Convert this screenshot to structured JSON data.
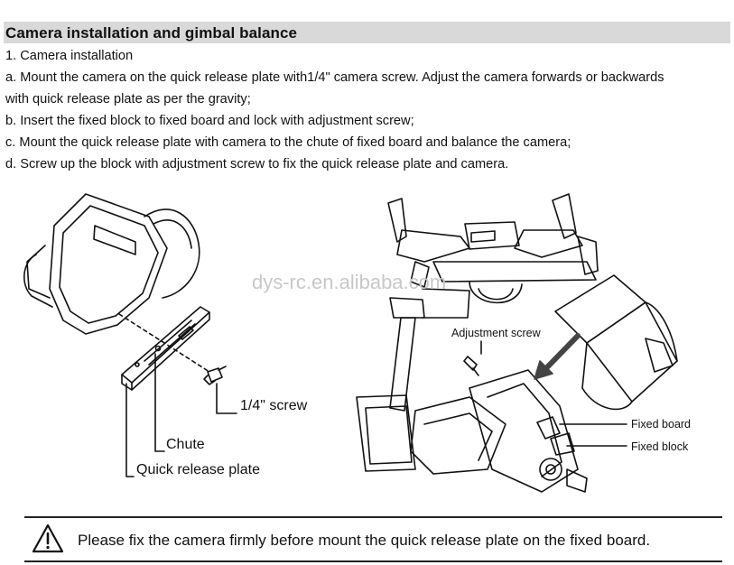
{
  "section": {
    "title": "Camera installation and gimbal balance"
  },
  "steps": {
    "heading": "1. Camera installation",
    "a_line1": "a. Mount the camera on the quick release plate with1/4\" camera screw. Adjust the camera forwards or backwards",
    "a_line2": "with quick release plate as per the gravity;",
    "b": "b. Insert the fixed block to fixed board and lock with adjustment screw;",
    "c": "c. Mount the quick release plate with camera to the chute of fixed board and balance the camera;",
    "d": "d. Screw up the block with adjustment screw to fix the quick release plate and camera."
  },
  "figure_left": {
    "screw_label": "1/4\" screw",
    "chute_label": "Chute",
    "plate_label": "Quick release plate"
  },
  "figure_right": {
    "adjustment_label": "Adjustment screw",
    "fixed_board_label": "Fixed board",
    "fixed_block_label": "Fixed block"
  },
  "watermark": "dys-rc.en.alibaba.com",
  "warning": {
    "icon": "warning-triangle-icon",
    "text": "Please fix the camera firmly before mount the quick release plate on the fixed board."
  }
}
